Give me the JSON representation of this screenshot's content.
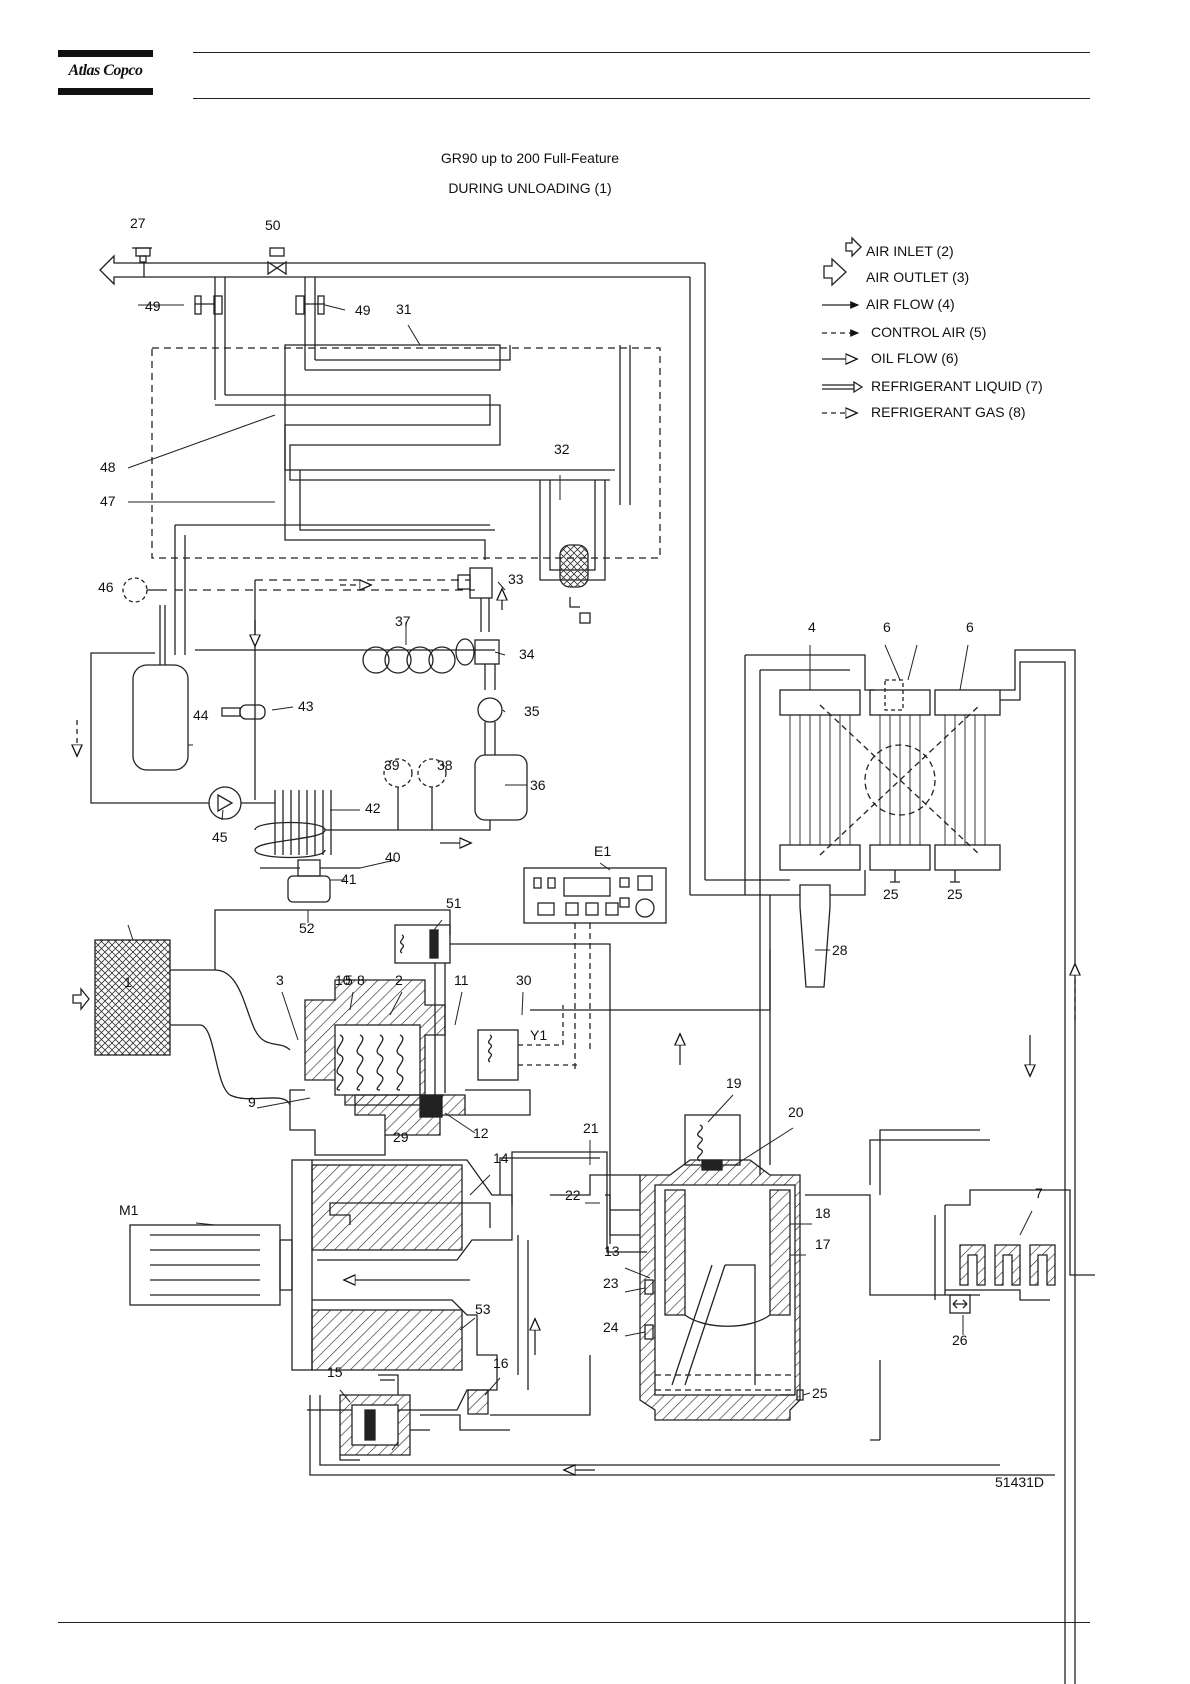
{
  "header": {
    "logo_text": "Atlas Copco"
  },
  "title": {
    "line1": "GR90 up to 200  Full-Feature",
    "line2": "DURING UNLOADING (1)"
  },
  "legend": [
    {
      "label": "AIR INLET (2)",
      "icon": "hollow-arrow-small"
    },
    {
      "label": "AIR OUTLET (3)",
      "icon": "hollow-arrow-large"
    },
    {
      "label": "AIR FLOW (4)",
      "icon": "solid-line-arrow"
    },
    {
      "label": "CONTROL AIR (5)",
      "icon": "dashed-line-solid-arrow"
    },
    {
      "label": "OIL FLOW (6)",
      "icon": "line-hollow-arrow"
    },
    {
      "label": "REFRIGERANT LIQUID (7)",
      "icon": "double-line-hollow-arrow"
    },
    {
      "label": "REFRIGERANT GAS (8)",
      "icon": "dashed-line-hollow-arrow"
    }
  ],
  "callouts": [
    "1",
    "2",
    "3",
    "4",
    "5",
    "6",
    "6",
    "7",
    "8",
    "9",
    "10",
    "11",
    "12",
    "13",
    "14",
    "15",
    "16",
    "17",
    "18",
    "19",
    "20",
    "21",
    "22",
    "23",
    "24",
    "25",
    "25",
    "25",
    "26",
    "27",
    "28",
    "29",
    "30",
    "31",
    "32",
    "33",
    "34",
    "35",
    "36",
    "37",
    "38",
    "39",
    "40",
    "41",
    "42",
    "43",
    "44",
    "45",
    "46",
    "47",
    "48",
    "49",
    "49",
    "50",
    "51",
    "52",
    "53",
    "E1",
    "M1",
    "Y1"
  ],
  "drawing_number": "51431D"
}
